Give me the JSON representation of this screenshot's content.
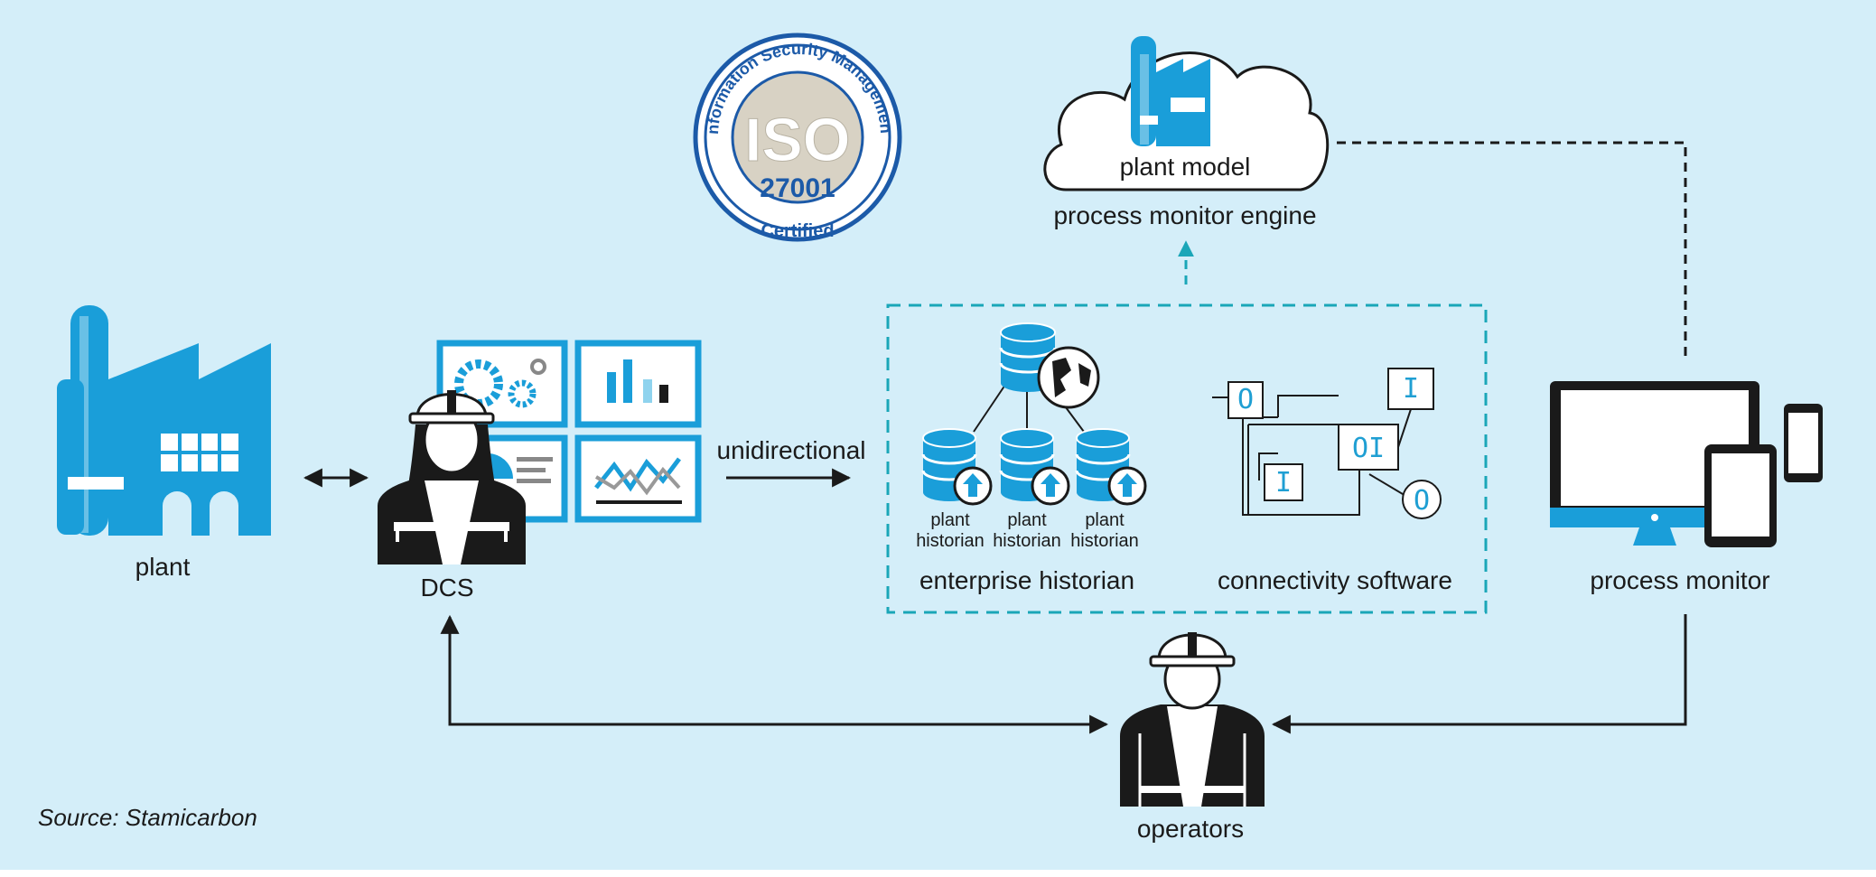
{
  "colors": {
    "background": "#d4eef9",
    "accent": "#1a9ed9",
    "dark": "#1a1a1a",
    "dashed_box": "#1aa6b8"
  },
  "badge": {
    "arc_text": "Information Security Management",
    "main": "ISO",
    "number": "27001",
    "bottom": "Certified"
  },
  "cloud": {
    "label": "plant model",
    "engine_label": "process monitor engine"
  },
  "nodes": {
    "plant": "plant",
    "dcs": "DCS",
    "arrow_label": "unidirectional",
    "historian_items": [
      {
        "line1": "plant",
        "line2": "historian"
      },
      {
        "line1": "plant",
        "line2": "historian"
      },
      {
        "line1": "plant",
        "line2": "historian"
      }
    ],
    "enterprise_historian": "enterprise historian",
    "connectivity_software": "connectivity software",
    "process_monitor": "process monitor",
    "operators": "operators"
  },
  "connectivity_boxes": [
    "O",
    "I",
    "OI",
    "I",
    "O"
  ],
  "icons": [
    "factory-icon",
    "dcs-operator-icon",
    "dashboard-gears-icon",
    "bar-chart-icon",
    "pie-chart-icon",
    "line-chart-icon",
    "database-icon",
    "globe-icon",
    "upload-arrow-icon",
    "cloud-icon",
    "monitor-icon",
    "tablet-icon",
    "phone-icon",
    "operator-icon",
    "iso-badge-icon"
  ],
  "source": "Source: Stamicarbon"
}
